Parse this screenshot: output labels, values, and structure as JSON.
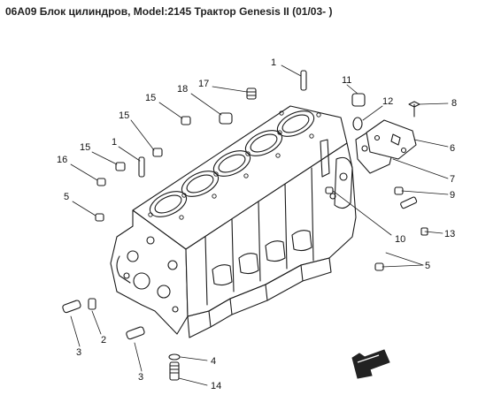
{
  "title": "06A09 Блок цилиндров, Model:2145 Трактор Genesis II (01/03- )",
  "callouts": [
    "1",
    "11",
    "17",
    "18",
    "15",
    "12",
    "8",
    "15",
    "6",
    "1",
    "15",
    "16",
    "7",
    "9",
    "5",
    "13",
    "10",
    "5",
    "2",
    "3",
    "3",
    "4",
    "14"
  ],
  "colors": {
    "line": "#1a1a1a",
    "fill": "#ffffff",
    "arrow": "#222222"
  }
}
